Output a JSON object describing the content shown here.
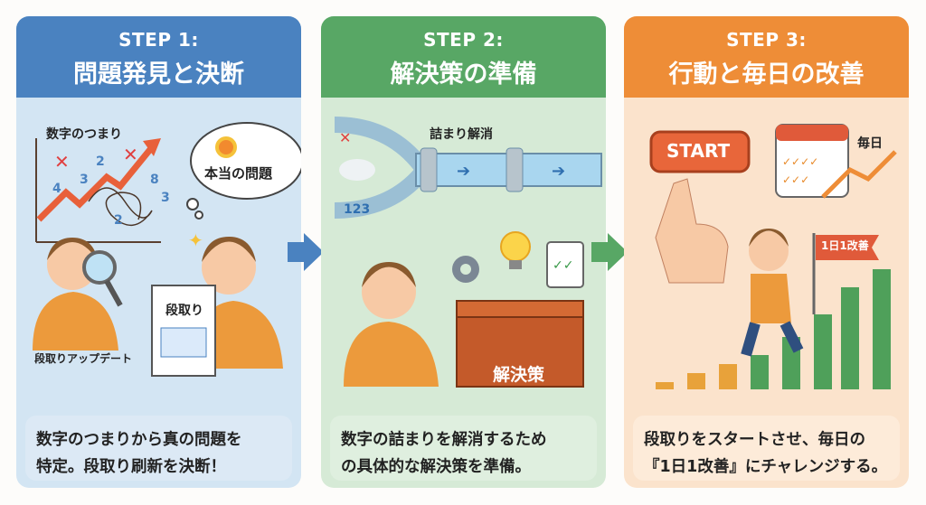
{
  "steps": [
    {
      "step": "STEP 1:",
      "title": "問題発見と決断",
      "labels": {
        "clog": "数字のつまり",
        "real_problem": "本当の問題",
        "dandori": "段取り",
        "update": "段取りアップデート"
      },
      "description_lines": [
        "数字のつまりから真の問題を",
        "特定。段取り刷新を決断！"
      ]
    },
    {
      "step": "STEP 2:",
      "title": "解決策の準備",
      "labels": {
        "unclog": "詰まり解消",
        "solution": "解決策"
      },
      "description_lines": [
        "数字の詰まりを解消するため",
        "の具体的な解決策を準備。"
      ]
    },
    {
      "step": "STEP 3:",
      "title": "行動と毎日の改善",
      "labels": {
        "start": "START",
        "daily": "毎日",
        "flag": "1日1改善"
      },
      "description_lines": [
        "段取りをスタートさせ、毎日の",
        "『1日1改善』にチャレンジする。"
      ]
    }
  ],
  "colors": {
    "step1": "#4a82c0",
    "step2": "#58a765",
    "step3": "#ee8d37",
    "arrow1": "#4a82c0",
    "arrow2": "#58a765"
  }
}
